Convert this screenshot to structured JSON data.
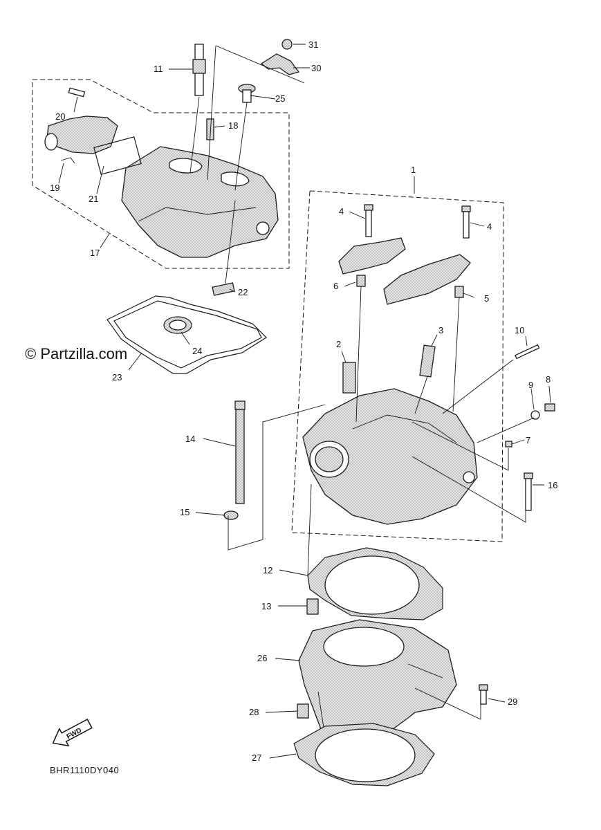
{
  "watermark": "© Partzilla.com",
  "diagram_code": "BHR1110DY040",
  "fwd_label": "FWD",
  "callouts": {
    "c1": "1",
    "c2": "2",
    "c3": "3",
    "c4a": "4",
    "c4b": "4",
    "c5": "5",
    "c6": "6",
    "c7": "7",
    "c8": "8",
    "c9": "9",
    "c10": "10",
    "c11": "11",
    "c12": "12",
    "c13": "13",
    "c14": "14",
    "c15": "15",
    "c16": "16",
    "c17": "17",
    "c18": "18",
    "c19": "19",
    "c20": "20",
    "c21": "21",
    "c22": "22",
    "c23": "23",
    "c24": "24",
    "c25": "25",
    "c26": "26",
    "c27": "27",
    "c28": "28",
    "c29": "29",
    "c30": "30",
    "c31": "31"
  },
  "icons": {
    "fwd_arrow": "fwd-arrow-icon"
  }
}
